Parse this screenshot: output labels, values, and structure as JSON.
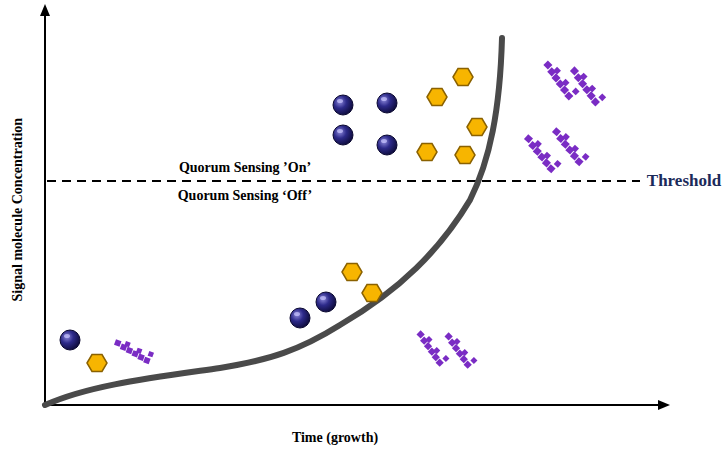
{
  "diagram": {
    "labels": [
      "Signal molecule Concentration",
      "Time (growth)",
      "Quorum Sensing ’On’",
      "Quorum Sensing ‘Off’",
      "Threshold"
    ]
  }
}
